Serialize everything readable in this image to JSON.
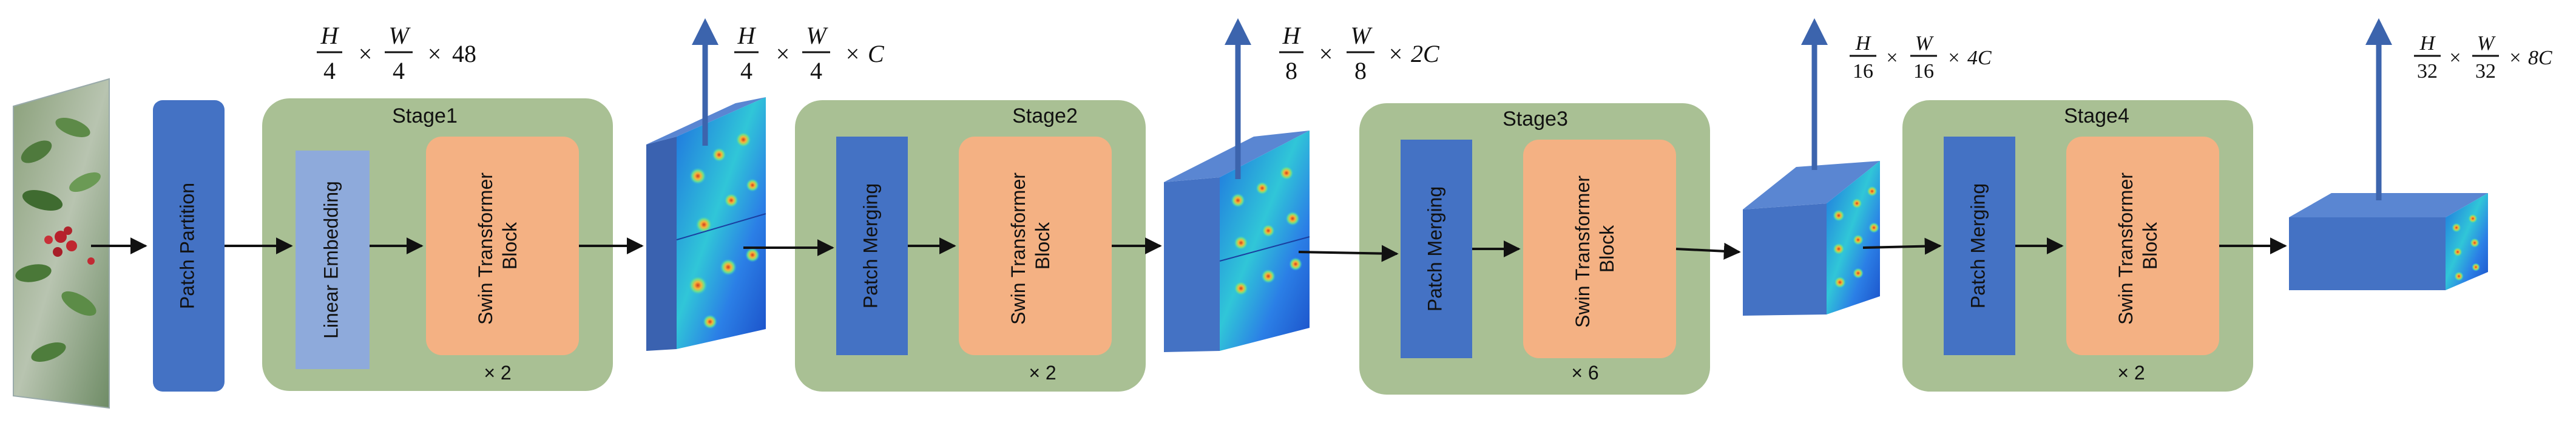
{
  "colors": {
    "stage_bg": "#a9c094",
    "blue_block": "#4472c4",
    "light_blue_block": "#8eaadb",
    "orange_block": "#f4b183",
    "arrow_up": "#3c64ad",
    "arrow": "#111111",
    "cube_front": "#4472c4",
    "cube_side": "#3a62b0",
    "cube_top": "#5a86d2"
  },
  "input_image": {
    "icon": "leaf-photo"
  },
  "patch_partition": {
    "label": "Patch Partition"
  },
  "stages": [
    {
      "title": "Stage1",
      "first_block": "Linear Embedding",
      "swin_label_line1": "Swin Transformer",
      "swin_label_line2": "Block",
      "repeat": "× 2"
    },
    {
      "title": "Stage2",
      "first_block": "Patch Merging",
      "swin_label_line1": "Swin Transformer",
      "swin_label_line2": "Block",
      "repeat": "× 2"
    },
    {
      "title": "Stage3",
      "first_block": "Patch Merging",
      "swin_label_line1": "Swin Transformer",
      "swin_label_line2": "Block",
      "repeat": "× 6"
    },
    {
      "title": "Stage4",
      "first_block": "Patch Merging",
      "swin_label_line1": "Swin Transformer",
      "swin_label_line2": "Block",
      "repeat": "× 2"
    }
  ],
  "dimension_labels": [
    {
      "h_num": "H",
      "h_den": "4",
      "w_num": "W",
      "w_den": "4",
      "times": "×",
      "suffix": "48"
    },
    {
      "h_num": "H",
      "h_den": "4",
      "w_num": "W",
      "w_den": "4",
      "times": "×",
      "suffix": "C"
    },
    {
      "h_num": "H",
      "h_den": "8",
      "w_num": "W",
      "w_den": "8",
      "times": "×",
      "suffix": "2C"
    },
    {
      "h_num": "H",
      "h_den": "16",
      "w_num": "W",
      "w_den": "16",
      "times": "×",
      "suffix": "4C"
    },
    {
      "h_num": "H",
      "h_den": "32",
      "w_num": "W",
      "w_den": "32",
      "times": "×",
      "suffix": "8C"
    }
  ]
}
